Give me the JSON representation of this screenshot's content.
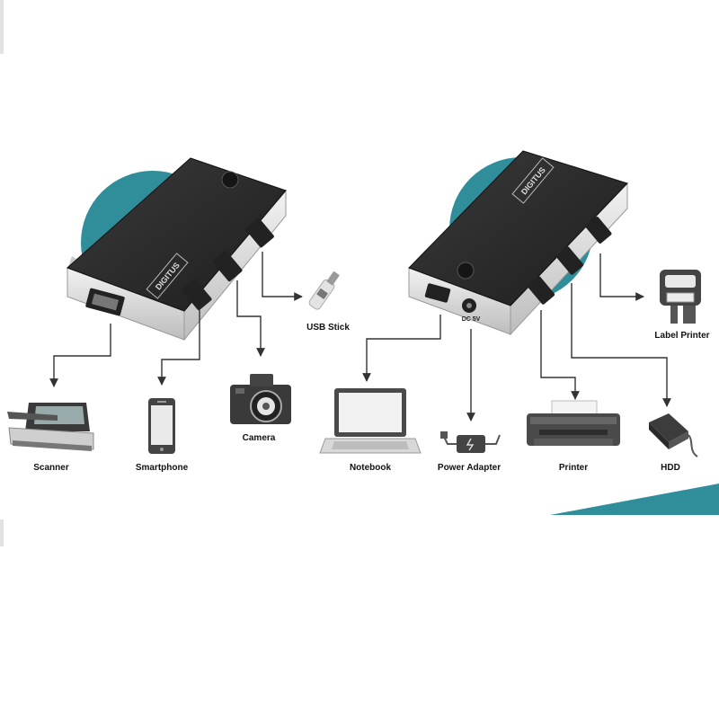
{
  "hub_left": {
    "brand": "DIGITUS"
  },
  "hub_right": {
    "brand": "DIGITUS",
    "dc_label": "DC 5V"
  },
  "devices": {
    "scanner": "Scanner",
    "smartphone": "Smartphone",
    "camera": "Camera",
    "usb_stick": "USB Stick",
    "notebook": "Notebook",
    "power_adapter": "Power Adapter",
    "printer": "Printer",
    "hdd": "HDD",
    "label_printer": "Label Printer"
  },
  "colors": {
    "accent_teal": "#2f8e99",
    "hub_top": "#2b2b2b",
    "hub_body": "#e4e4e4",
    "line": "#333333"
  }
}
